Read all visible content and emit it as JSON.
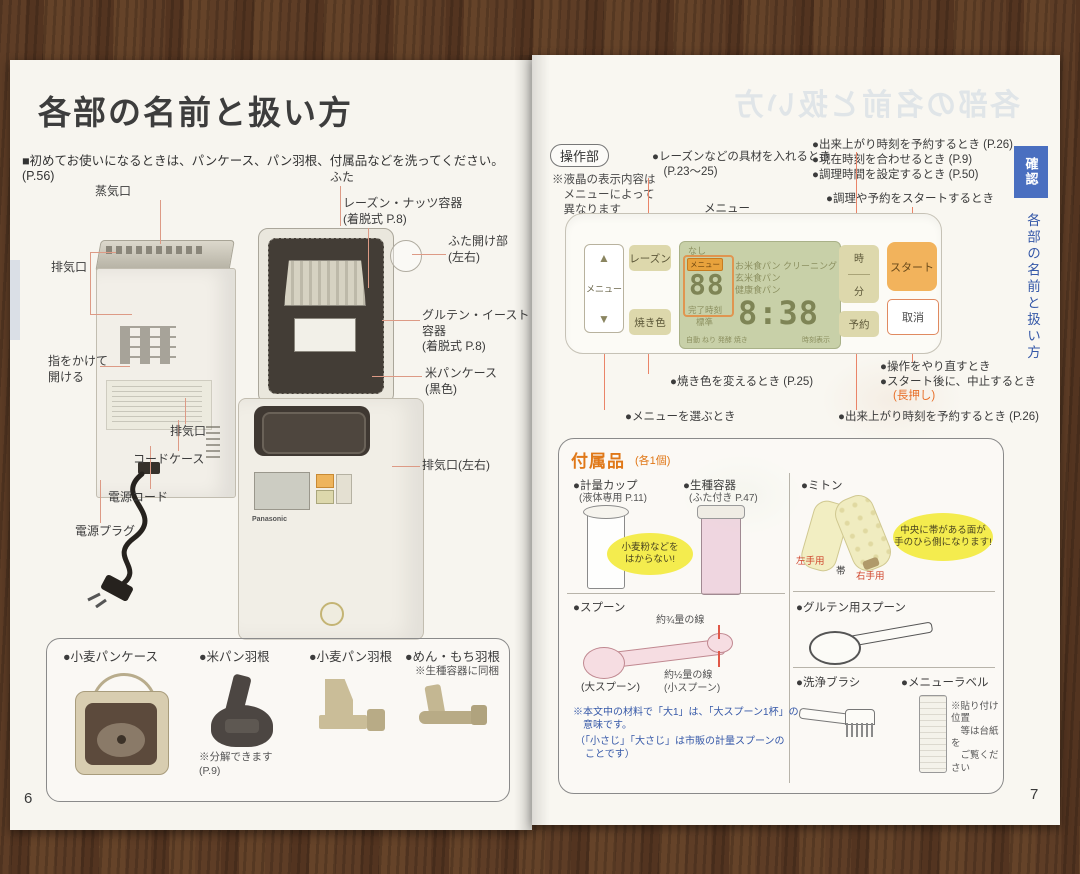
{
  "left_page": {
    "page_number": "6",
    "title": "各部の名前と扱い方",
    "intro": "■初めてお使いになるときは、パンケース、パン羽根、付属品などを洗ってください。(P.56)",
    "brand": "Panasonic",
    "labels": {
      "steam_vent": "蒸気口",
      "exhaust_vent_side": "排気口",
      "finger_open": "指をかけて\n開ける",
      "exhaust_vent_back": "排気口",
      "cord_case": "コードケース",
      "power_cord": "電源コード",
      "power_plug": "電源プラグ",
      "lid": "ふた",
      "raisin_nut_container": "レーズン・ナッツ容器\n(着脱式 P.8)",
      "lid_open_part": "ふた開け部\n(左右)",
      "gluten_yeast_container": "グルテン・イースト\n容器\n(着脱式 P.8)",
      "rice_bread_case": "米パンケース\n(黒色)",
      "exhaust_vent_lr": "排気口(左右)"
    },
    "accessory_box": {
      "item1_label": "●小麦パンケース",
      "item2_label": "●米パン羽根",
      "item2_note": "※分解できます\n(P.9)",
      "item3_label": "●小麦パン羽根",
      "item4_label": "●めん・もち羽根",
      "item4_note": "※生種容器に同梱"
    }
  },
  "right_page": {
    "page_number": "7",
    "ghost_title": "各部の名前と扱い方",
    "operation_section_label": "操作部",
    "lcd_note": "※液晶の表示内容は\n　メニューによって\n　異なります",
    "callout_raisin": "●レーズンなどの具材を入れるとき\n　(P.23～25)",
    "callout_menu": "メニュー",
    "callout_reserve_top": "●出来上がり時刻を予約するとき (P.26)",
    "callout_clock": "●現在時刻を合わせるとき (P.9)",
    "callout_cook_time": "●調理時間を設定するとき (P.50)",
    "callout_start": "●調理や予約をスタートするとき",
    "callout_crust": "●焼き色を変えるとき (P.25)",
    "callout_choose_menu": "●メニューを選ぶとき",
    "callout_redo": "●操作をやり直すとき",
    "callout_stop": "●スタート後に、中止するとき",
    "callout_stop_note": "(長押し)",
    "callout_reserve_bottom": "●出来上がり時刻を予約するとき (P.26)",
    "panel": {
      "up_arrow": "▲",
      "down_arrow": "▼",
      "menu_button": "メニュー",
      "raisin_button": "レーズン",
      "crust_button": "焼き色",
      "hour_button": "時",
      "minute_button": "分",
      "start_button": "スタート",
      "cancel_button": "取消",
      "reserve_button": "予約",
      "lcd": {
        "top_left": "なし",
        "menu_tag": "メニュー",
        "menu_number": "88",
        "menu_line1": "お米食パン クリーニング",
        "menu_line2": "玄米食パン",
        "menu_line3": "健康食パン",
        "finish_label": "完了時刻",
        "standard": "標準",
        "time": "8:38",
        "stage_row": "自動 ねり 発酵 焼き",
        "clock_row": "時刻表示"
      }
    },
    "accessories": {
      "header": "付属品",
      "header_sub": "(各1個)",
      "measuring_cup_label": "●計量カップ",
      "measuring_cup_sub": "(液体専用 P.11)",
      "measuring_cup_bubble": "小麦粉などを\nはからない!",
      "starter_container_label": "●生種容器",
      "starter_container_sub": "(ふた付き P.47)",
      "mitten_label": "●ミトン",
      "mitten_bubble": "中央に帯がある面が\n手のひら側になります!",
      "mitten_left": "左手用",
      "mitten_band": "帯",
      "mitten_right": "右手用",
      "spoon_label": "●スプーン",
      "spoon_line_34": "約¾量の線",
      "spoon_line_12": "約½量の線\n(小スプーン)",
      "spoon_big": "(大スプーン)",
      "spoon_note1": "※本文中の材料で「大1」は、「大スプーン1杯」の\n　意味です。",
      "spoon_note2": "（「小さじ」「大さじ」は市販の計量スプーンの\n　ことです）",
      "gluten_spoon_label": "●グルテン用スプーン",
      "brush_label": "●洗浄ブラシ",
      "menu_label_label": "●メニューラベル",
      "menu_label_note": "※貼り付け位置\n　等は台紙を\n　ご覧ください"
    },
    "side_tab": {
      "badge": "確認",
      "title": "各部の名前と扱い方"
    }
  }
}
